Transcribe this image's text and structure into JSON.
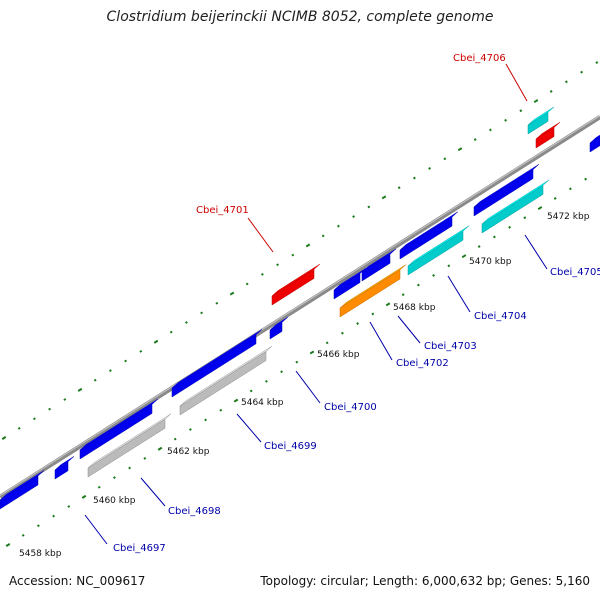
{
  "title": "Clostridium beijerinckii NCIMB 8052, complete genome",
  "footer": {
    "accession": "Accession: NC_009617",
    "summary": "Topology: circular; Length: 6,000,632 bp; Genes: 5,160"
  },
  "colors": {
    "backbone": "#8a8a8a",
    "tick_minor": "#1a7a1a",
    "label_red": "#cc0000",
    "label_blue": "#0000aa"
  },
  "scale_labels": [
    "5458 kbp",
    "5460 kbp",
    "5462 kbp",
    "5464 kbp",
    "5466 kbp",
    "5468 kbp",
    "5470 kbp",
    "5472 kbp"
  ],
  "genes": [
    {
      "label": "Cbei_4697",
      "color": "#0000ee",
      "label_color": "blue"
    },
    {
      "label": "Cbei_4698",
      "color": "#0000ee",
      "label_color": "blue"
    },
    {
      "label": "Cbei_4699",
      "color": "#0000ee",
      "label_color": "blue"
    },
    {
      "label": "Cbei_4700",
      "color": "#0000ee",
      "label_color": "blue"
    },
    {
      "label": "Cbei_4701",
      "color": "#ee0000",
      "label_color": "red"
    },
    {
      "label": "Cbei_4702",
      "color": "#ff8c00",
      "label_color": "blue"
    },
    {
      "label": "Cbei_4703",
      "color": "#0000ee",
      "label_color": "blue"
    },
    {
      "label": "Cbei_4704",
      "color": "#00cccc",
      "label_color": "blue"
    },
    {
      "label": "Cbei_4705",
      "color": "#00cccc",
      "label_color": "blue"
    },
    {
      "label": "Cbei_4706",
      "color": "#00cccc",
      "label_color": "red"
    }
  ]
}
